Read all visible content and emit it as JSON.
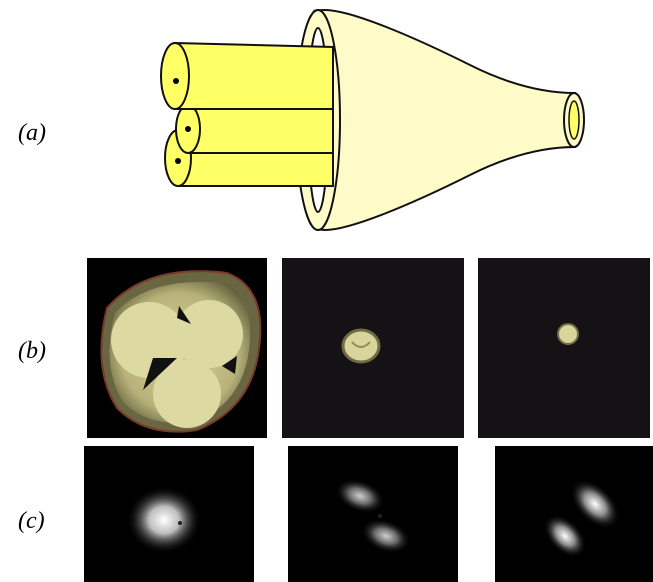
{
  "labels": {
    "a": "(a)",
    "b": "(b)",
    "c": "(c)"
  },
  "colors": {
    "fiber_yellow": "#ffff66",
    "taper_cream": "#fffbc8",
    "outline": "#111111",
    "micro_bg": "#141214",
    "fiber_face": "#d8d49a"
  }
}
